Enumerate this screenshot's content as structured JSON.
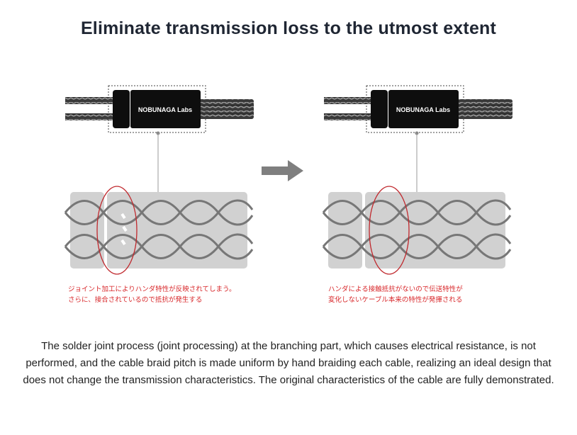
{
  "title": "Eliminate transmission loss to the utmost extent",
  "left_panel": {
    "connector_label": "NOBUNAGA Labs",
    "note_lines": [
      "ジョイント加工によりハンダ特性が反映されてしまう。",
      "さらに、接合されているので抵抗が発生する"
    ]
  },
  "right_panel": {
    "connector_label": "NOBUNAGA Labs",
    "note_lines": [
      "ハンダによる接触抵抗がないので伝送特性が",
      "変化しないケーブル本来の特性が発揮される"
    ]
  },
  "description": "The solder joint process (joint processing) at the branching part, which causes electrical resistance, is not performed, and the cable braid pitch is made uniform by hand braiding each cable, realizing an ideal design that does not change the transmission characteristics. The original characteristics of the cable are fully demonstrated.",
  "colors": {
    "title": "#1f2633",
    "note": "#d8272a",
    "highlight_ellipse": "#c0282d",
    "arrow": "#7f7f7f",
    "panel_fill": "#d1d1d1",
    "wire": "#777777"
  },
  "icons": {
    "arrow": "right-arrow-icon"
  }
}
